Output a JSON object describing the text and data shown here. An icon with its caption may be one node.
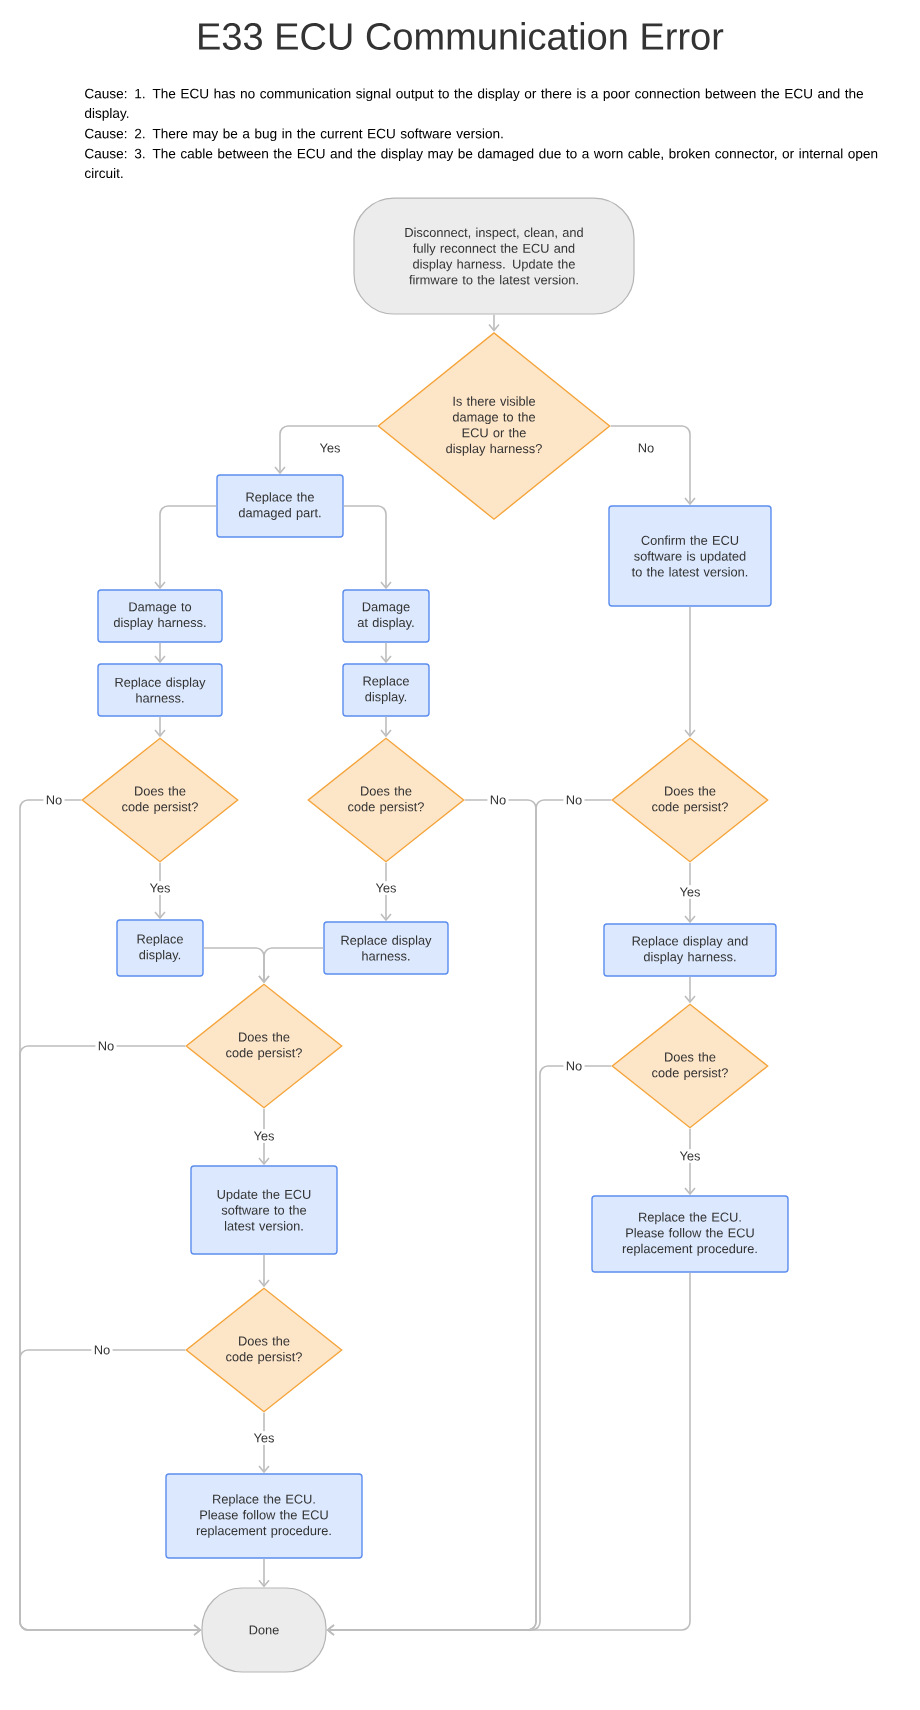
{
  "diagram": {
    "title": "E33 ECU Communication Error",
    "nodes": [
      {
        "text": [
          "Disconnect, inspect, clean, and fully reconnect the ECU and display harness. Update the firmware to the latest version."
        ]
      },
      {
        "text": [
          "Is there visible damage to the ECU or the display harness?"
        ]
      },
      {
        "text": [
          "Replace the damaged part."
        ]
      },
      {
        "text": [
          "Confirm the ECU software is updated to the latest version."
        ]
      },
      {
        "text": [
          "Damage to display harness."
        ]
      },
      {
        "text": [
          "Damage at display."
        ]
      },
      {
        "text": [
          "Replace display harness."
        ]
      },
      {
        "text": [
          "Replace display."
        ]
      },
      {
        "text": [
          "Does the code persist?"
        ]
      },
      {
        "text": [
          "Does the code persist?"
        ]
      },
      {
        "text": [
          "Does the code persist?"
        ]
      },
      {
        "text": [
          "Replace display."
        ]
      },
      {
        "text": [
          "Replace display harness."
        ]
      },
      {
        "text": [
          "Replace display and display harness."
        ]
      },
      {
        "text": [
          "Does the code persist?"
        ]
      },
      {
        "text": [
          "Does the code persist?"
        ]
      },
      {
        "text": [
          "Update the ECU software to the latest version."
        ]
      },
      {
        "text": [
          "Replace the ECU. Please follow the ECU replacement procedure."
        ]
      },
      {
        "text": [
          "Does the code persist?"
        ]
      },
      {
        "text": [
          "Replace the ECU. Please follow the ECU replacement procedure."
        ]
      },
      {
        "text": [
          "Done"
        ]
      }
    ],
    "edges": [
      {
        "from": 0,
        "to": 1,
        "arrow": "to"
      },
      {
        "from": 1,
        "to": 2,
        "arrow": "to",
        "label": "Yes"
      },
      {
        "from": 1,
        "to": 3,
        "arrow": "to",
        "label": "No"
      },
      {
        "from": 2,
        "to": 4,
        "arrow": "to"
      },
      {
        "from": 2,
        "to": 5,
        "arrow": "to"
      },
      {
        "from": 4,
        "to": 6,
        "arrow": "to"
      },
      {
        "from": 5,
        "to": 7,
        "arrow": "to"
      },
      {
        "from": 6,
        "to": 8,
        "arrow": "to"
      },
      {
        "from": 7,
        "to": 9,
        "arrow": "to"
      },
      {
        "from": 3,
        "to": 10,
        "arrow": "to"
      },
      {
        "from": 8,
        "to": 11,
        "arrow": "to",
        "label": "Yes"
      },
      {
        "from": 9,
        "to": 12,
        "arrow": "to",
        "label": "Yes"
      },
      {
        "from": 10,
        "to": 13,
        "arrow": "to",
        "label": "Yes"
      },
      {
        "from": 11,
        "to": 14,
        "arrow": "to"
      },
      {
        "from": 12,
        "to": 14,
        "arrow": "to"
      },
      {
        "from": 13,
        "to": 15,
        "arrow": "to"
      },
      {
        "from": 14,
        "to": 16,
        "arrow": "to",
        "label": "Yes"
      },
      {
        "from": 15,
        "to": 17,
        "arrow": "to",
        "label": "Yes"
      },
      {
        "from": 16,
        "to": 18,
        "arrow": "to"
      },
      {
        "from": 18,
        "to": 19,
        "arrow": "to",
        "label": "Yes"
      },
      {
        "from": 19,
        "to": 20,
        "arrow": "to"
      },
      {
        "from": 8,
        "to": 20,
        "arrow": "to",
        "label": "No"
      },
      {
        "from": 14,
        "to": 20,
        "arrow": "to",
        "label": "No"
      },
      {
        "from": 18,
        "to": 20,
        "arrow": "to",
        "label": "No"
      },
      {
        "from": 9,
        "to": 20,
        "arrow": "to",
        "label": "No"
      },
      {
        "from": 10,
        "to": 20,
        "arrow": "to",
        "label": "No"
      },
      {
        "from": 15,
        "to": 20,
        "arrow": "to",
        "label": "No"
      },
      {
        "from": 17,
        "to": 20,
        "arrow": "to"
      }
    ],
    "labels": [
      "Cause: 1. The ECU has no communication signal output to the display or there is a poor connection between the ECU and the display.",
      "Cause: 2. There may be a bug in the current ECU software version.",
      "Cause: 3. The cable between the ECU and the display may be damaged due to a worn cable, broken connector, or internal open circuit."
    ]
  }
}
